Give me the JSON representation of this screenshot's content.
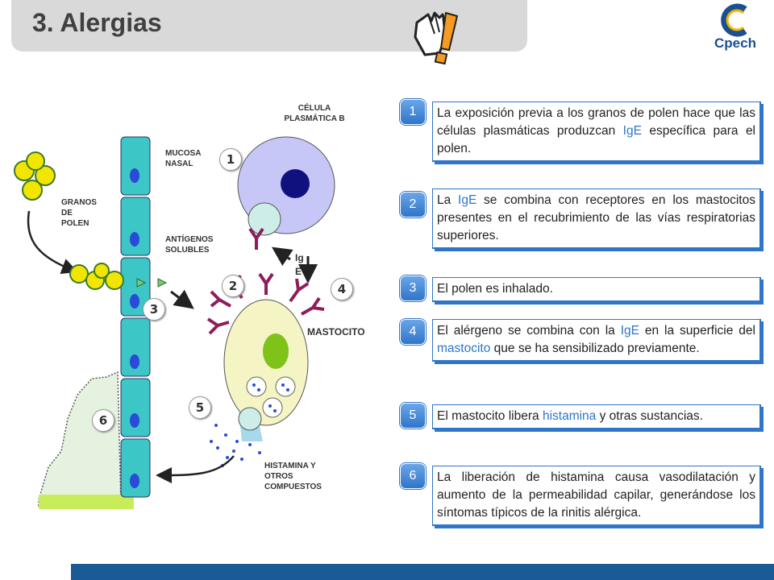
{
  "header": {
    "title": "3. Alergias",
    "logo_text": "Cpech"
  },
  "diagram": {
    "labels": {
      "plasma_cell": "CÉLULA PLASMÁTICA B",
      "nasal_mucosa": "MUCOSA NASAL",
      "pollen": "GRANOS DE POLEN",
      "soluble_antigens": "ANTÍGENOS SOLUBLES",
      "ige": "Ig E",
      "mast_cell": "MASTOCITO",
      "histamine": "HISTAMINA Y OTROS COMPUESTOS"
    },
    "numbers": [
      "1",
      "2",
      "3",
      "4",
      "5",
      "6"
    ]
  },
  "steps": [
    {
      "num": "1",
      "parts": [
        "La exposición previa a los granos de polen hace que las células plasmáticas produzcan ",
        "IgE",
        " específica para el polen."
      ]
    },
    {
      "num": "2",
      "parts": [
        "La ",
        "IgE",
        " se combina con receptores en los mastocitos presentes en el recubrimiento de las vías respiratorias superiores."
      ]
    },
    {
      "num": "3",
      "parts": [
        "El polen es inhalado."
      ]
    },
    {
      "num": "4",
      "parts": [
        "El alérgeno se combina con la ",
        "IgE",
        " en la superficie del ",
        "mastocito",
        " que se ha sensibilizado previamente."
      ]
    },
    {
      "num": "5",
      "parts": [
        "El mastocito libera ",
        "histamina",
        " y otras sustancias."
      ]
    },
    {
      "num": "6",
      "parts": [
        "La liberación de histamina causa vasodilatación y aumento de la permeabilidad capilar, generándose los síntomas típicos de la rinitis alérgica."
      ]
    }
  ],
  "colors": {
    "accent": "#2f75c9",
    "bottom_bar": "#1a5a96",
    "epithelium": "#3cc6c6",
    "pollen": "#f2e600"
  }
}
